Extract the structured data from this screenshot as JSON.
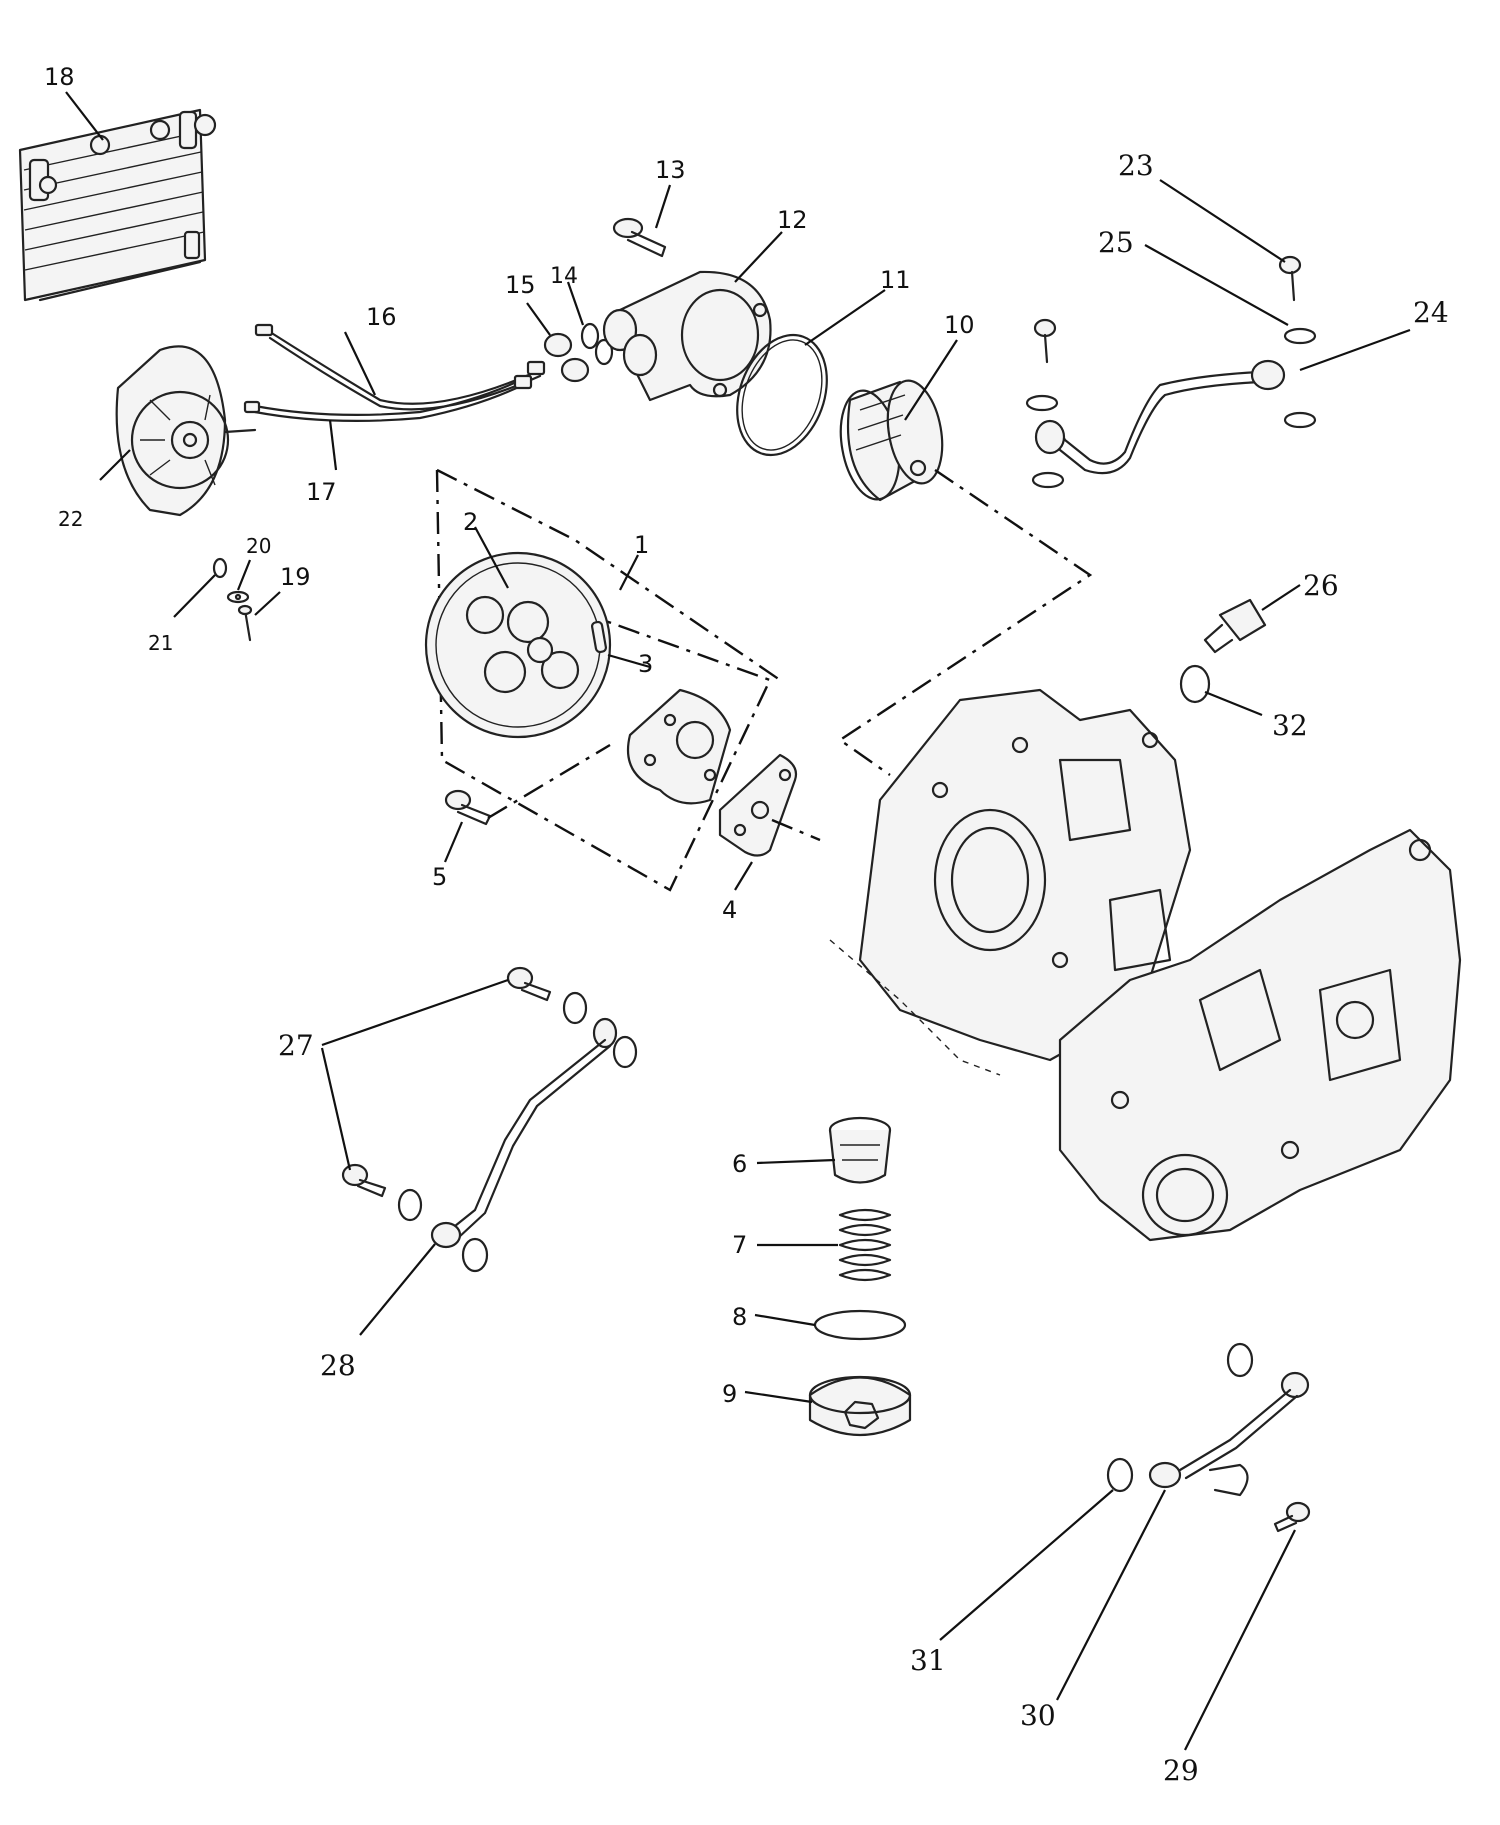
{
  "labels": {
    "p1": "1",
    "p2": "2",
    "p3": "3",
    "p4": "4",
    "p5": "5",
    "p6": "6",
    "p7": "7",
    "p8": "8",
    "p9": "9",
    "p10": "10",
    "p11": "11",
    "p12": "12",
    "p13": "13",
    "p14": "14",
    "p15": "15",
    "p16": "16",
    "p17": "17",
    "p18": "18",
    "p19": "19",
    "p20": "20",
    "p21": "21",
    "p22": "22",
    "p23": "23",
    "p24": "24",
    "p25": "25",
    "p26": "26",
    "p27": "27",
    "p28": "28",
    "p29": "29",
    "p30": "30",
    "p31": "31",
    "p32": "32"
  }
}
